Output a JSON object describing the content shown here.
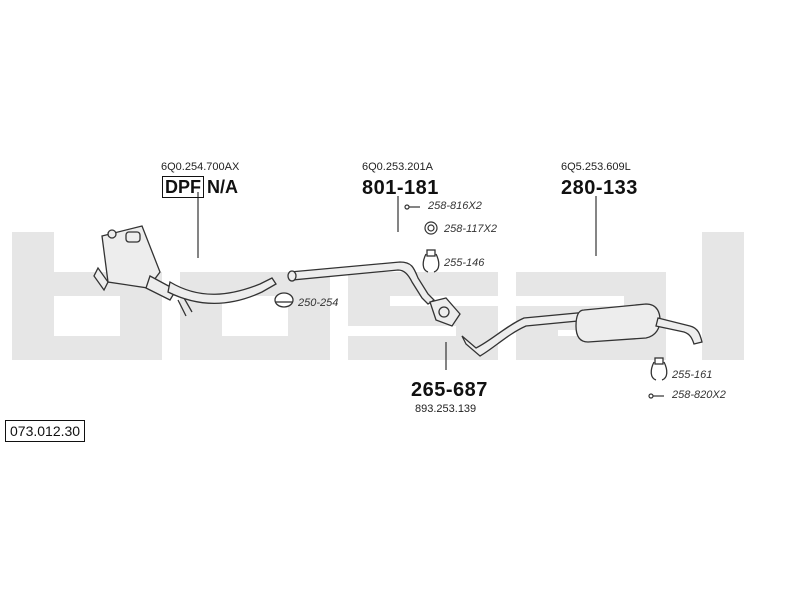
{
  "brand": {
    "watermark": "bosal"
  },
  "diagram": {
    "reference": "073.012.30",
    "labels": {
      "dpf_oem": "6Q0.254.700AX",
      "dpf_tag": "DPF",
      "dpf_na": "N/A",
      "front_oem": "6Q0.253.201A",
      "front_part": "801-181",
      "rear_oem": "6Q5.253.609L",
      "rear_part": "280-133",
      "mid_part": "265-687",
      "mid_oem": "893.253.139",
      "acc_1": "258-816X2",
      "acc_2": "258-117X2",
      "acc_3": "255-146",
      "acc_4": "250-254",
      "acc_5": "255-161",
      "acc_6": "258-820X2"
    }
  },
  "colors": {
    "watermark": "#e6e6e6",
    "line": "#333333",
    "pipe_fill": "#ededed"
  }
}
